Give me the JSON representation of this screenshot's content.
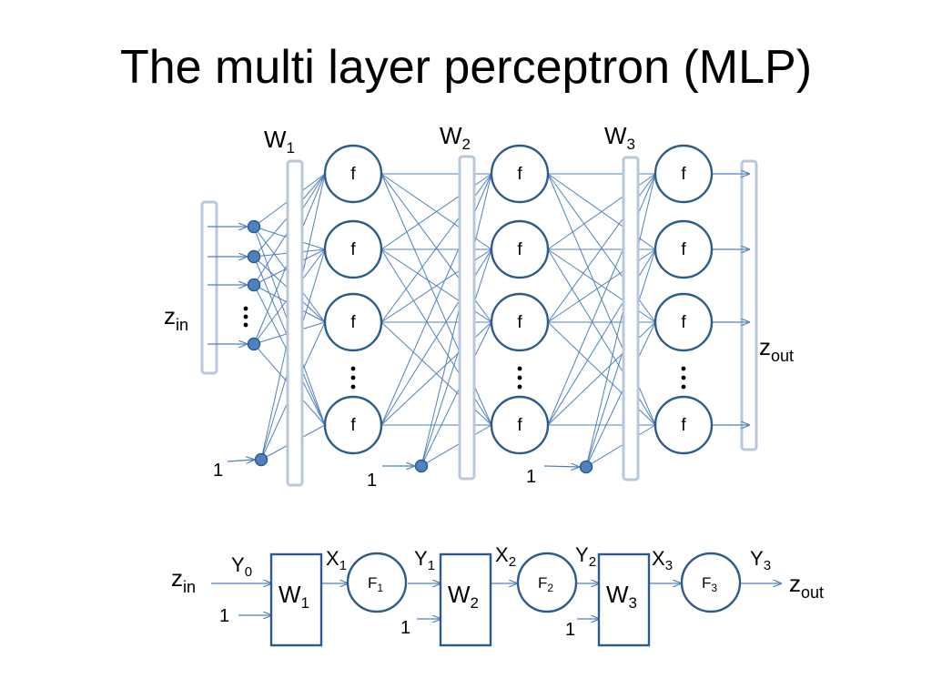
{
  "title": "The multi layer perceptron (MLP)",
  "network": {
    "weight_labels": [
      {
        "main": "W",
        "sub": "1"
      },
      {
        "main": "W",
        "sub": "2"
      },
      {
        "main": "W",
        "sub": "3"
      }
    ],
    "node_label": "f",
    "input_label": {
      "main": "z",
      "sub": "in"
    },
    "output_label": {
      "main": "z",
      "sub": "out"
    },
    "bias_label": "1"
  },
  "block_diagram": {
    "input_label": {
      "main": "z",
      "sub": "in"
    },
    "output_label": {
      "main": "z",
      "sub": "out"
    },
    "bias_label": "1",
    "weights": [
      {
        "main": "W",
        "sub": "1"
      },
      {
        "main": "W",
        "sub": "2"
      },
      {
        "main": "W",
        "sub": "3"
      }
    ],
    "functions": [
      {
        "main": "F",
        "sub": "1"
      },
      {
        "main": "F",
        "sub": "2"
      },
      {
        "main": "F",
        "sub": "3"
      }
    ],
    "signals_y": [
      {
        "main": "Y",
        "sub": "0"
      },
      {
        "main": "Y",
        "sub": "1"
      },
      {
        "main": "Y",
        "sub": "2"
      },
      {
        "main": "Y",
        "sub": "3"
      }
    ],
    "signals_x": [
      {
        "main": "X",
        "sub": "1"
      },
      {
        "main": "X",
        "sub": "2"
      },
      {
        "main": "X",
        "sub": "3"
      }
    ]
  },
  "colors": {
    "line": "#4f81bd",
    "node_stroke": "#2e5c8a",
    "bar_stroke": "#b8c7db"
  }
}
